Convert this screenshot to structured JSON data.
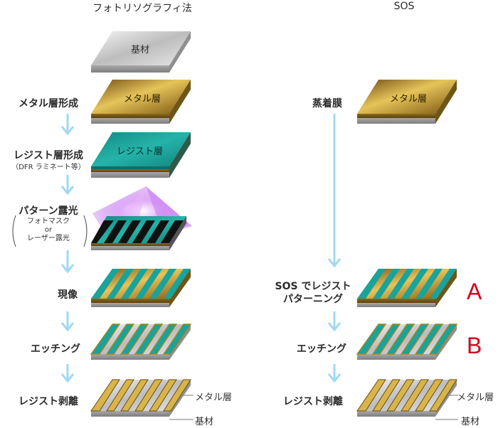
{
  "headers": {
    "left": "フォトリソグラフィ法",
    "right": "SOS"
  },
  "left_process": {
    "step1": "メタル層形成",
    "step2": "レジスト層形成",
    "step2_note": "（DFR ラミネート等）",
    "step3": "パターン露光",
    "step3_note_line1": "フォトマスク",
    "step3_note_line2": "or",
    "step3_note_line3": "レーザー露光",
    "step4": "現像",
    "step5": "エッチング",
    "step6": "レジスト剥離"
  },
  "right_process": {
    "step1": "蒸着膜",
    "step2_line1": "SOS でレジスト",
    "step2_line2": "パターニング",
    "step3": "エッチング",
    "step4": "レジスト剥離"
  },
  "layer_labels": {
    "substrate": "基材",
    "metal": "メタル層",
    "resist": "レジスト層"
  },
  "callouts": {
    "left_metal": "メタル層",
    "left_substrate": "基材",
    "right_metal": "メタル層",
    "right_substrate": "基材"
  },
  "markers": {
    "a": "A",
    "b": "B"
  },
  "colors": {
    "metal_gold": "#c9a227",
    "resist_teal": "#1aa39a",
    "substrate_silver": "#cfcfcf",
    "arrow_blue": "#9fd8f3",
    "marker_red": "#d3001c",
    "exposure_violet": "#b45ce6"
  }
}
